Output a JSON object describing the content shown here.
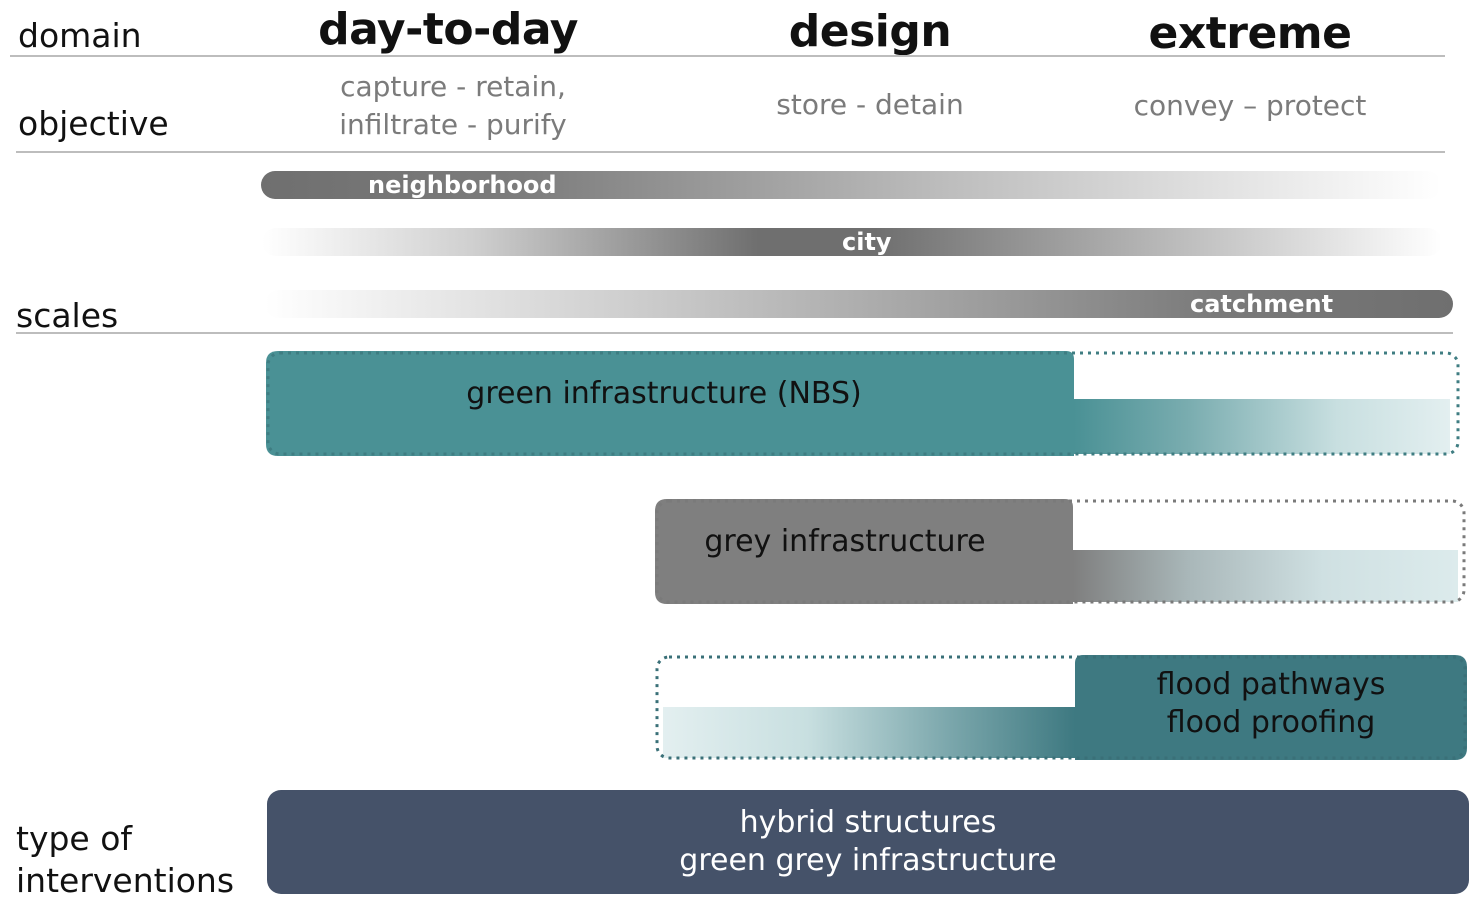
{
  "rows": {
    "domain": "domain",
    "objective": "objective",
    "scales": "scales",
    "type_of_interventions": [
      "type of",
      "interventions"
    ]
  },
  "domains": [
    "day-to-day",
    "design",
    "extreme"
  ],
  "objectives": {
    "day_to_day": [
      "capture - retain,",
      "infiltrate - purify"
    ],
    "design": "store - detain",
    "extreme": "convey – protect"
  },
  "scales": {
    "neighborhood": "neighborhood",
    "city": "city",
    "catchment": "catchment"
  },
  "interventions": {
    "green": "green infrastructure (NBS)",
    "grey": "grey infrastructure",
    "flood": [
      "flood pathways",
      "flood proofing"
    ],
    "hybrid": [
      "hybrid structures",
      "green grey infrastructure"
    ]
  },
  "colors": {
    "green": "#4a9195",
    "grey": "#7f7f7f",
    "flood": "#3e7981",
    "hybrid": "#455269",
    "scale_dark": "#6f6f6f",
    "objective_text": "#7b7b7b",
    "divider": "#bdbdbd"
  }
}
